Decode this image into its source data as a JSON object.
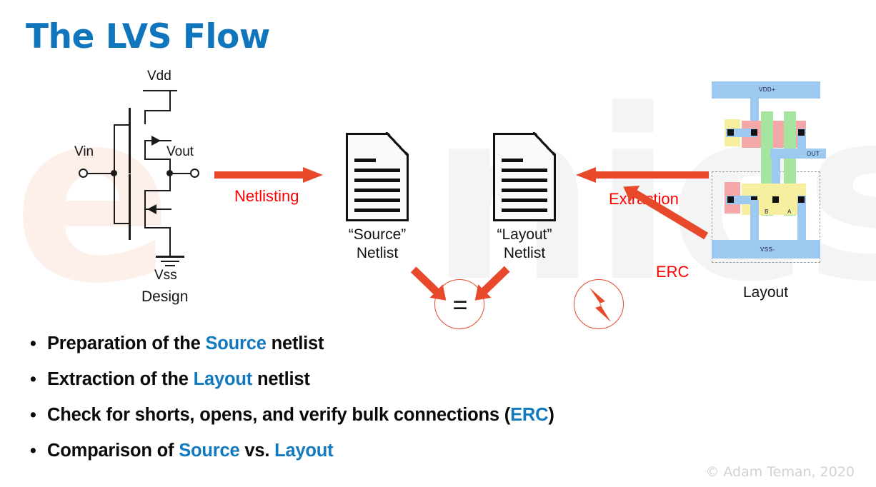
{
  "slide": {
    "title": "The LVS Flow",
    "title_color": "#0f75bc",
    "accent_orange": "#e8492b",
    "accent_red": "#ff0000",
    "highlight_blue": "#1179c0",
    "footer": "© Adam Teman, 2020",
    "watermark_left": "e",
    "watermark_right": "nics"
  },
  "schematic": {
    "caption": "Design",
    "vdd": "Vdd",
    "vss": "Vss",
    "vin": "Vin",
    "vout": "Vout"
  },
  "flow": {
    "netlisting_label": "Netlisting",
    "extraction_label": "Extraction",
    "erc_label": "ERC",
    "equal_symbol": "=",
    "bolt_name": "lightning-bolt-icon"
  },
  "documents": [
    {
      "id": "source",
      "title": "“Source”",
      "subtitle": "Netlist"
    },
    {
      "id": "layout",
      "title": "“Layout”",
      "subtitle": "Netlist"
    }
  ],
  "layout_graphic": {
    "caption": "Layout",
    "labels": {
      "vdd": "VDD+",
      "vss": "VSS-",
      "out": "OUT",
      "gate_b": "B",
      "gate_a": "A"
    },
    "colors": {
      "metal": "#9dc8f0",
      "poly": "#a6e5a0",
      "pdiff": "#f5a6a6",
      "ndiff": "#f7efa0",
      "contact": "#111111"
    }
  },
  "bullets": [
    {
      "parts": [
        {
          "t": "Preparation of the ",
          "hl": false
        },
        {
          "t": "Source",
          "hl": true
        },
        {
          "t": " netlist",
          "hl": false
        }
      ]
    },
    {
      "parts": [
        {
          "t": "Extraction of the ",
          "hl": false
        },
        {
          "t": "Layout",
          "hl": true
        },
        {
          "t": " netlist",
          "hl": false
        }
      ]
    },
    {
      "parts": [
        {
          "t": "Check for shorts, opens, and verify bulk connections (",
          "hl": false
        },
        {
          "t": "ERC",
          "hl": true
        },
        {
          "t": ")",
          "hl": false
        }
      ]
    },
    {
      "parts": [
        {
          "t": "Comparison of ",
          "hl": false
        },
        {
          "t": "Source",
          "hl": true
        },
        {
          "t": " vs. ",
          "hl": false
        },
        {
          "t": "Layout",
          "hl": true
        }
      ]
    }
  ]
}
